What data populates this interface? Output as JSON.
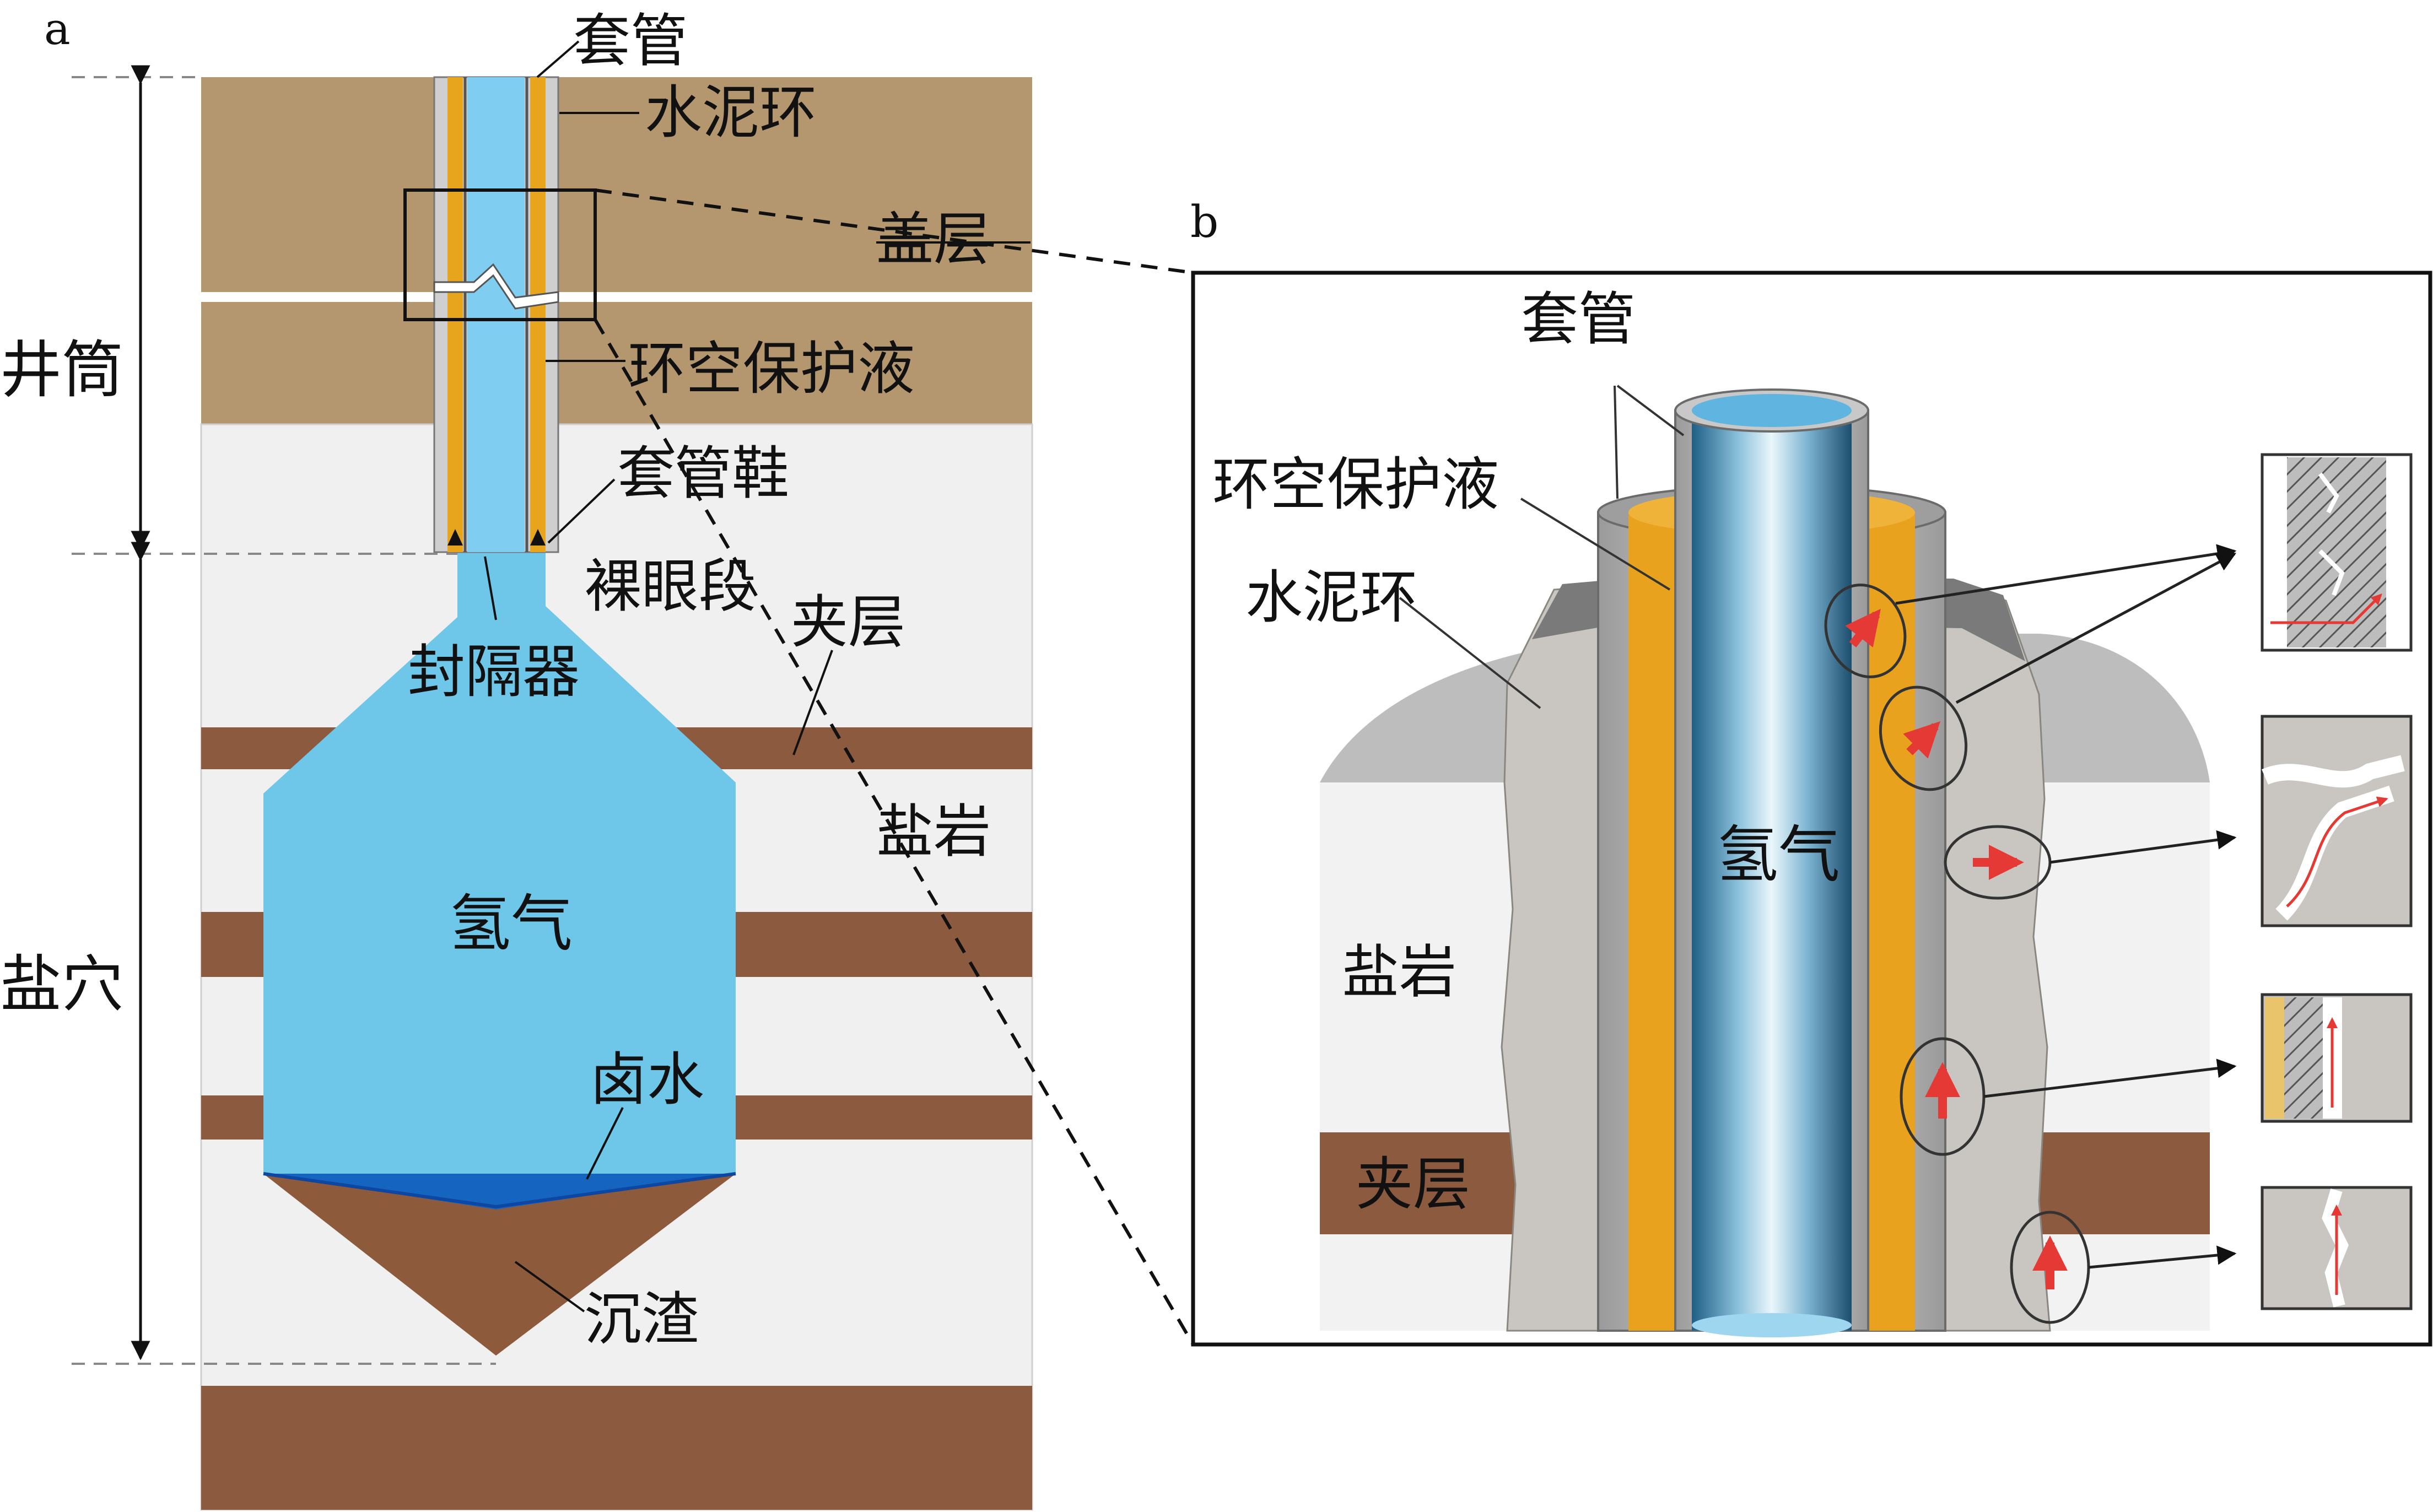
{
  "panel_a": {
    "letter": "a",
    "labels": {
      "casing": "套管",
      "cement_ring": "水泥环",
      "caprock": "盖层",
      "annular_fluid": "环空保护液",
      "casing_shoe": "套管鞋",
      "open_hole": "裸眼段",
      "interlayer": "夹层",
      "packer": "封隔器",
      "salt_rock": "盐岩",
      "hydrogen": "氢气",
      "brine": "卤水",
      "sediment": "沉渣",
      "wellbore": "井筒",
      "salt_cavern": "盐穴"
    }
  },
  "panel_b": {
    "letter": "b",
    "labels": {
      "casing": "套管",
      "annular_fluid": "环空保护液",
      "cement_ring": "水泥环",
      "hydrogen": "氢气",
      "salt_rock": "盐岩",
      "interlayer": "夹层"
    }
  },
  "colors": {
    "caprock": "#b4976f",
    "interlayer": "#8c5a3f",
    "salt_rock": "#f0f0f0",
    "hydrogen": "#6ec6e8",
    "brine": "#1565c0",
    "sediment": "#8d5a3b",
    "casing_steel": "#c8c8c8",
    "cement": "#c9c6c1",
    "annular_fluid": "#e9a21d",
    "leak_arrow": "#e53935"
  }
}
